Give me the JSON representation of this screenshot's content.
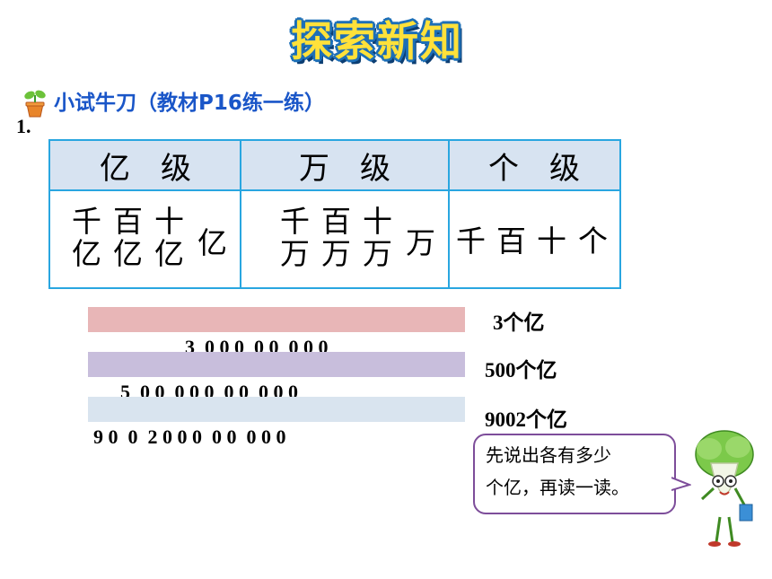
{
  "title": "探索新知",
  "subtitle": "小试牛刀（教材P16练一练）",
  "question_number": "1.",
  "table": {
    "headers": [
      "亿　级",
      "万　级",
      "个　级"
    ],
    "yi_units": [
      "千亿",
      "百亿",
      "十亿",
      "亿"
    ],
    "wan_units": [
      "千万",
      "百万",
      "十万",
      "万"
    ],
    "ge_units": [
      "千",
      "百",
      "十",
      "个"
    ]
  },
  "bars": [
    {
      "digits": "3  0 0 0  0 0  0 0 0",
      "label": "3个亿",
      "color": "#e8b6b7"
    },
    {
      "digits": "5  0 0  0 0 0  0 0  0 0 0",
      "label": "500个亿",
      "color": "#c8bedc"
    },
    {
      "digits": "9 0  0  2 0 0 0  0 0  0 0 0",
      "label": "9002个亿",
      "color": "#d9e4ef"
    }
  ],
  "bubble": {
    "line1": "先说出各有多少",
    "line2": "个亿，再读一读。"
  },
  "colors": {
    "title_fill": "#ffe13a",
    "title_outline": "#1d6fb7",
    "subtitle": "#1a56c8",
    "table_border": "#29a6e0",
    "table_header_bg": "#d7e3f1",
    "bubble_border": "#7d4d9a"
  },
  "icons": {
    "sprout": "sprout-pot-icon",
    "mascot": "cabbage-mascot-icon"
  }
}
